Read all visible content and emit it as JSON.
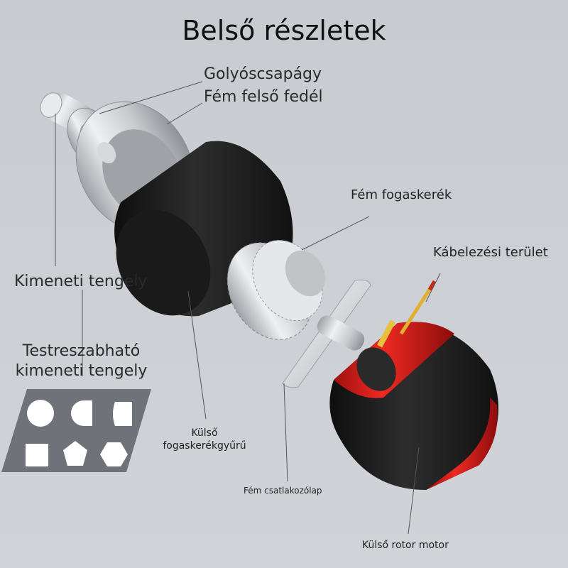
{
  "title": "Belső részletek",
  "labels": {
    "bearing": "Golyóscsapágy",
    "top_cover": "Fém felső fedél",
    "metal_gear": "Fém fogaskerék",
    "wiring_area": "Kábelezési terület",
    "output_shaft": "Kimeneti tengely",
    "custom_shaft_line1": "Testreszabható",
    "custom_shaft_line2": "kimeneti tengely",
    "ring_gear_line1": "Külső",
    "ring_gear_line2": "fogaskerékgyűrű",
    "connector_plate": "Fém csatlakozólap",
    "rotor_motor": "Külső rotor motor"
  },
  "colors": {
    "background": "#c9ccd1",
    "motor_red": "#d91e1e",
    "ring_black": "#1f1f1f",
    "metal": "#dcdde0"
  },
  "icons": [
    "circle-shape-icon",
    "d-shape-icon",
    "double-d-shape-icon",
    "square-shape-icon",
    "pentagon-shape-icon",
    "hexagon-shape-icon"
  ]
}
